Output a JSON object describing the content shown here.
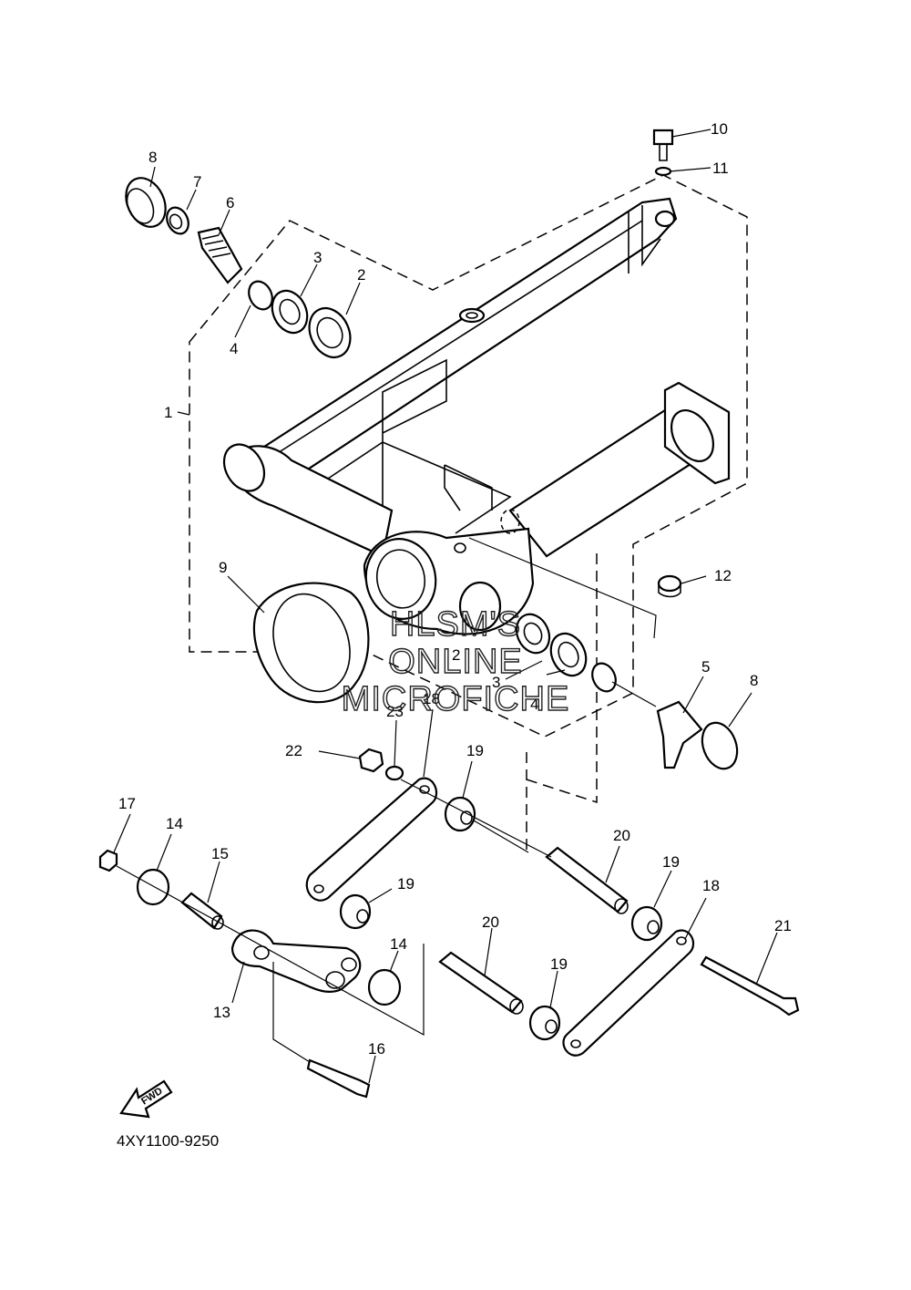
{
  "diagram": {
    "document_number": "4XY1100-9250",
    "fwd_arrow_label": "FWD",
    "watermark": [
      "HLSM'S",
      "ONLINE",
      "MICROFICHE"
    ],
    "callouts": {
      "c1": "1",
      "c2a": "2",
      "c2b": "2",
      "c3a": "3",
      "c3b": "3",
      "c4a": "4",
      "c4b": "4",
      "c5": "5",
      "c6": "6",
      "c7": "7",
      "c8a": "8",
      "c8b": "8",
      "c9": "9",
      "c10": "10",
      "c11": "11",
      "c12": "12",
      "c13": "13",
      "c14a": "14",
      "c14b": "14",
      "c15": "15",
      "c16": "16",
      "c17": "17",
      "c18a": "18",
      "c18b": "18",
      "c19a": "19",
      "c19b": "19",
      "c19c": "19",
      "c19d": "19",
      "c20a": "20",
      "c20b": "20",
      "c21": "21",
      "c22": "22",
      "c23": "23"
    }
  }
}
